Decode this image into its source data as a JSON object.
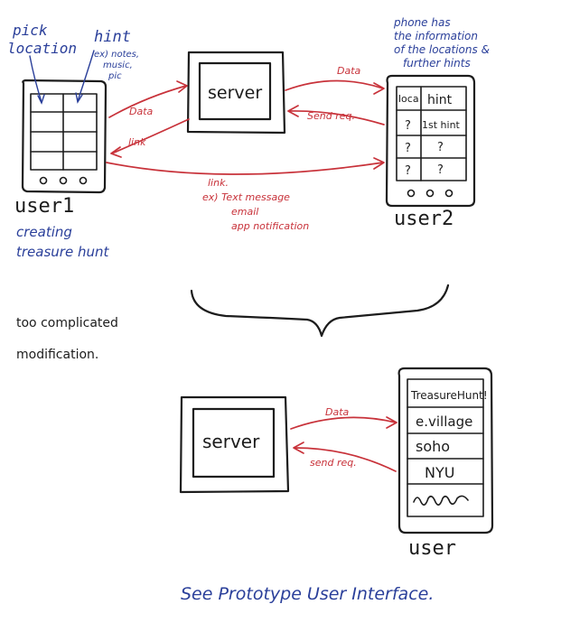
{
  "labels": {
    "pick_location_1": "pick",
    "pick_location_2": "location",
    "hint_title": "hint",
    "hint_ex_1": "ex) notes,",
    "hint_ex_2": "music,",
    "hint_ex_3": "pic",
    "phone_info_1": "phone has",
    "phone_info_2": "the information",
    "phone_info_3": "of the locations &",
    "phone_info_4": "further hints",
    "server_top": "server",
    "server_bottom": "server",
    "data_left": "Data",
    "link_left": "link",
    "data_right": "Data",
    "send_req_top": "Send req.",
    "link_bottom": "link.",
    "link_ex_1": "ex) Text message",
    "link_ex_2": "email",
    "link_ex_3": "app notification",
    "user1": "user1",
    "creating_1": "creating",
    "creating_2": "treasure hunt",
    "user2": "user2",
    "too_complicated": "too complicated",
    "modification": "modification.",
    "data_bottom": "Data",
    "send_req_bottom": "send req.",
    "user_bottom": "user",
    "footer": "See Prototype User Interface."
  },
  "user2_table": {
    "header": [
      "loca",
      "hint"
    ],
    "rows": [
      [
        "?",
        "1st hint"
      ],
      [
        "?",
        "?"
      ],
      [
        "?",
        "?"
      ]
    ]
  },
  "bottom_phone_items": [
    "TreasureHunt!",
    "e.village",
    "soho",
    "NYU"
  ],
  "colors": {
    "ink": "#1c1c1c",
    "blue": "#2a3f9a",
    "red": "#c8323a"
  }
}
